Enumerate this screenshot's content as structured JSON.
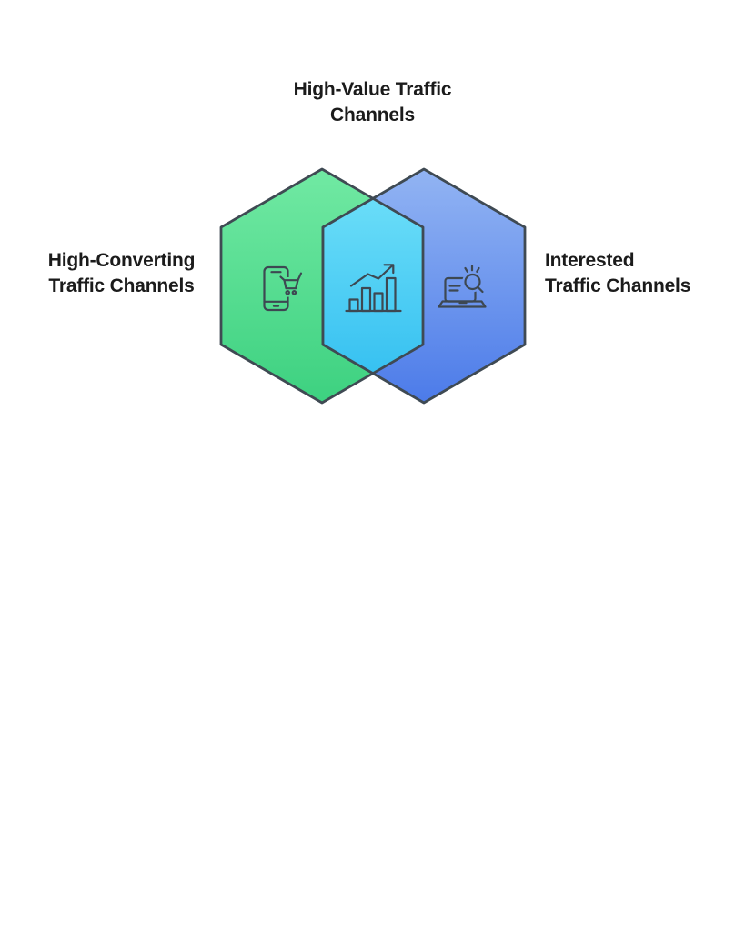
{
  "title": {
    "lines": [
      "High-Value Traffic",
      "Channels"
    ]
  },
  "left_hexagon": {
    "label_lines": [
      "High-Converting",
      "Traffic Channels"
    ],
    "icon": "mobile-shopping-cart-icon"
  },
  "right_hexagon": {
    "label_lines": [
      "Interested",
      "Traffic Channels"
    ],
    "icon": "laptop-search-icon"
  },
  "overlap_hexagon": {
    "icon": "bar-chart-growth-icon"
  },
  "colors": {
    "background": "#FFFFFF",
    "text": "#1B1B1B",
    "outline": "#3F4A53",
    "icon_stroke": "#3D4852",
    "green_top": "#71E9A3",
    "green_bottom": "#3DD180",
    "blue_top": "#92B4F3",
    "blue_bottom": "#4C7BE9",
    "overlap_top": "#6ADDF8",
    "overlap_bottom": "#37C1F1"
  }
}
